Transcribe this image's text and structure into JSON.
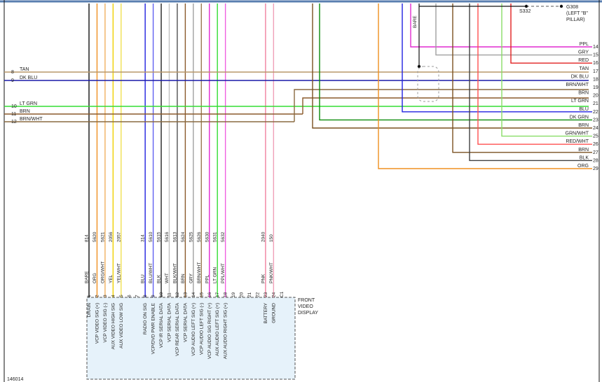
{
  "diagram_id": "146014",
  "ground": {
    "splice": "S332",
    "point": "G308",
    "location": [
      "(LEFT \"B\"",
      "PILLAR)"
    ],
    "bare_label": "BARE"
  },
  "connector": {
    "name": [
      "FRONT",
      "VIDEO",
      "DISPLAY"
    ],
    "pin_c1": "C1"
  },
  "left_wires": [
    {
      "num": "8",
      "color_name": "TAN",
      "color": "#b8976a"
    },
    {
      "num": "9",
      "color_name": "DK BLU",
      "color": "#1a1aa8"
    },
    {
      "num": "10",
      "color_name": "LT GRN",
      "color": "#33dd33"
    },
    {
      "num": "11",
      "color_name": "BRN",
      "color": "#8a5a2b"
    },
    {
      "num": "12",
      "color_name": "BRN/WHT",
      "color": "#8a6a40"
    }
  ],
  "right_wires": [
    {
      "num": "14",
      "color_name": "PPL",
      "color": "#e02ad0"
    },
    {
      "num": "15",
      "color_name": "GRY",
      "color": "#a0a0a0"
    },
    {
      "num": "16",
      "color_name": "RED",
      "color": "#e02020"
    },
    {
      "num": "17",
      "color_name": "TAN",
      "color": "#b8976a"
    },
    {
      "num": "18",
      "color_name": "DK BLU",
      "color": "#1a1aa8"
    },
    {
      "num": "19",
      "color_name": "BRN/WHT",
      "color": "#8a6a40"
    },
    {
      "num": "20",
      "color_name": "BRN",
      "color": "#8a5a2b"
    },
    {
      "num": "21",
      "color_name": "LT GRN",
      "color": "#33dd33"
    },
    {
      "num": "22",
      "color_name": "BLU",
      "color": "#2020e0"
    },
    {
      "num": "23",
      "color_name": "DK GRN",
      "color": "#0a8a0a"
    },
    {
      "num": "24",
      "color_name": "BRN",
      "color": "#7a5020"
    },
    {
      "num": "25",
      "color_name": "GRN/WHT",
      "color": "#88dd66"
    },
    {
      "num": "26",
      "color_name": "RED/WHT",
      "color": "#ff5050"
    },
    {
      "num": "27",
      "color_name": "BRN",
      "color": "#7a5020"
    },
    {
      "num": "28",
      "color_name": "BLK",
      "color": "#404040"
    },
    {
      "num": "29",
      "color_name": "ORG",
      "color": "#f09020"
    }
  ],
  "pins": [
    {
      "pin": "1",
      "circuit": "814",
      "color_name": "BARE",
      "function": "DRAIN",
      "color": "#111111"
    },
    {
      "pin": "2",
      "circuit": "5620",
      "color_name": "ORG",
      "function": "VCP VIDEO SIG (+)",
      "color": "#f09020"
    },
    {
      "pin": "3",
      "circuit": "5621",
      "color_name": "ORG/WHT",
      "function": "VCP VIDEO SIG (-)",
      "color": "#f0b060"
    },
    {
      "pin": "4",
      "circuit": "2056",
      "color_name": "YEL",
      "function": "AUX VIDEO HIGH SIG",
      "color": "#f0d000"
    },
    {
      "pin": "5",
      "circuit": "2057",
      "color_name": "YEL/WHT",
      "function": "AUX VIDEO LOW SIG",
      "color": "#f0e050"
    },
    {
      "pin": "6",
      "circuit": "",
      "color_name": "",
      "function": "",
      "color": ""
    },
    {
      "pin": "7",
      "circuit": "",
      "color_name": "",
      "function": "",
      "color": ""
    },
    {
      "pin": "8",
      "circuit": "314",
      "color_name": "BLU",
      "function": "RADIO ON SIG",
      "color": "#2020e0"
    },
    {
      "pin": "9",
      "circuit": "5610",
      "color_name": "BLU/WHT",
      "function": "VCP/DVD PWR ENABLE",
      "color": "#6060f0"
    },
    {
      "pin": "10",
      "circuit": "5615",
      "color_name": "BLK",
      "function": "VCP IR SERIAL DATA",
      "color": "#222222"
    },
    {
      "pin": "11",
      "circuit": "5616",
      "color_name": "WHT",
      "function": "VCP SERIAL DATA",
      "color": "#c0c0c0"
    },
    {
      "pin": "12",
      "circuit": "5613",
      "color_name": "BLK/WHT",
      "function": "VCP REAR SERIAL DATA",
      "color": "#505050"
    },
    {
      "pin": "13",
      "circuit": "5624",
      "color_name": "BRN",
      "function": "VCP SERIAL DATA",
      "color": "#8a5a2b"
    },
    {
      "pin": "14",
      "circuit": "5625",
      "color_name": "GRY",
      "function": "VCP AUDIO LEFT SIG (+)",
      "color": "#a0a0a0"
    },
    {
      "pin": "15",
      "circuit": "5626",
      "color_name": "BRN/WHT",
      "function": "VCP AUDIO LEFT SIG (-)",
      "color": "#9a7a50"
    },
    {
      "pin": "16",
      "circuit": "5630",
      "color_name": "PPL",
      "function": "VCP AUDIO SIG RIGHT (+)",
      "color": "#e02ad0"
    },
    {
      "pin": "17",
      "circuit": "5631",
      "color_name": "LT GRN",
      "function": "AUX AUDIO LEFT SIG (+)",
      "color": "#33dd33"
    },
    {
      "pin": "18",
      "circuit": "5632",
      "color_name": "PPL/WHT",
      "function": "AUX AUDIO RIGHT SIG (+)",
      "color": "#f060e0"
    },
    {
      "pin": "19",
      "circuit": "",
      "color_name": "",
      "function": "",
      "color": ""
    },
    {
      "pin": "20",
      "circuit": "",
      "color_name": "",
      "function": "",
      "color": ""
    },
    {
      "pin": "21",
      "circuit": "",
      "color_name": "",
      "function": "",
      "color": ""
    },
    {
      "pin": "22",
      "circuit": "",
      "color_name": "",
      "function": "",
      "color": ""
    },
    {
      "pin": "23",
      "circuit": "2040",
      "color_name": "PNK",
      "function": "BATTERY",
      "color": "#f080a0"
    },
    {
      "pin": "24",
      "circuit": "150",
      "color_name": "PNK/WHT",
      "function": "GROUND",
      "color": "#f0a0b8"
    }
  ]
}
